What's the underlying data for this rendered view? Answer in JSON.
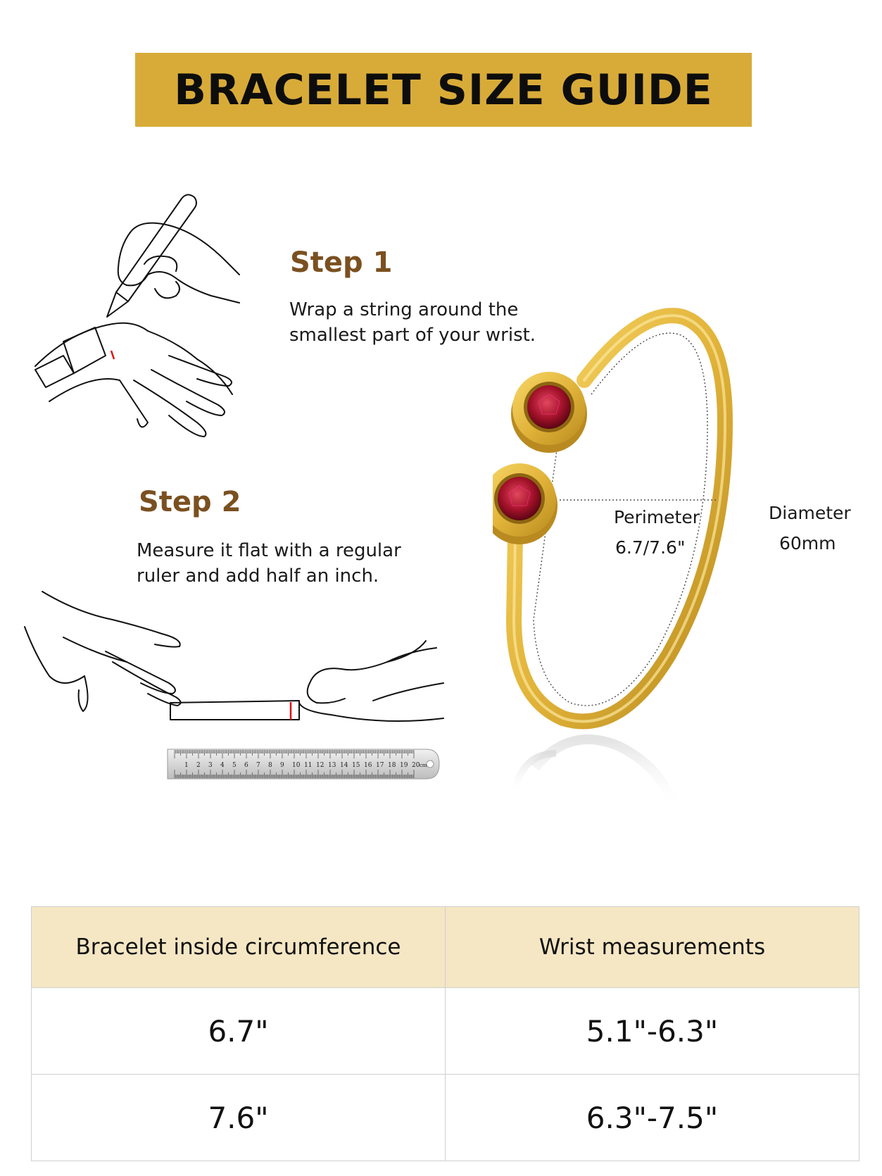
{
  "header": {
    "title": "BRACELET SIZE GUIDE"
  },
  "steps": [
    {
      "title": "Step 1",
      "line1": "Wrap a string around the",
      "line2": "smallest part of your wrist."
    },
    {
      "title": "Step 2",
      "line1": "Measure it flat with a regular",
      "line2": "ruler and add half an inch."
    }
  ],
  "bracelet": {
    "perimeter_label": "Perimeter",
    "perimeter_value": "6.7/7.6\"",
    "diameter_label": "Diameter",
    "diameter_value": "60mm"
  },
  "ruler": {
    "ticks": [
      "1",
      "2",
      "3",
      "4",
      "5",
      "6",
      "7",
      "8",
      "9",
      "10",
      "11",
      "12",
      "13",
      "14",
      "15",
      "16",
      "17",
      "18",
      "19",
      "20"
    ],
    "unit": "cm"
  },
  "size_table": {
    "headers": [
      "Bracelet inside circumference",
      "Wrist measurements"
    ],
    "rows": [
      [
        "6.7\"",
        "5.1\"-6.3\""
      ],
      [
        "7.6\"",
        "6.3\"-7.5\""
      ]
    ]
  },
  "colors": {
    "banner": "#d8ab39",
    "step_title": "#7b5020",
    "table_header": "#f5e7c4",
    "gold": "#e2b43a",
    "gem": "#a3122a"
  }
}
